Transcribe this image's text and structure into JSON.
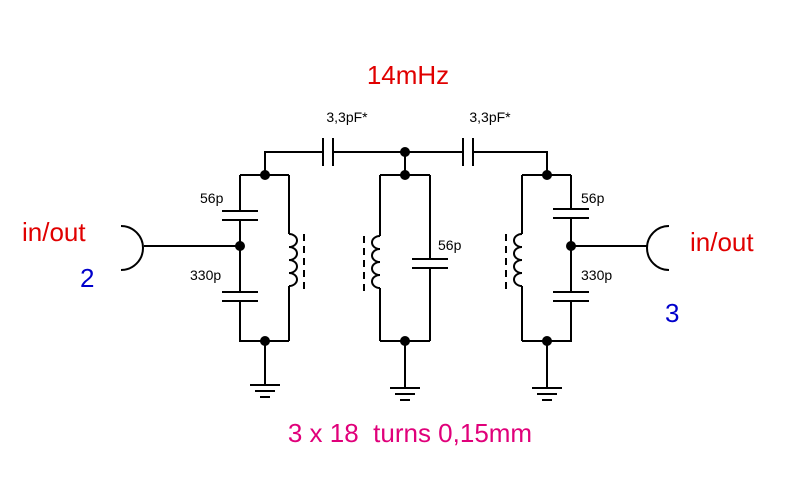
{
  "frequency": "14mHz",
  "coupling_caps": {
    "left": "3,3pF*",
    "right": "3,3pF*"
  },
  "left_tank": {
    "cap_top": "56p",
    "cap_bottom": "330p",
    "port_label": "in/out",
    "port_number": "2"
  },
  "middle_tank": {
    "cap": "56p"
  },
  "right_tank": {
    "cap_top": "56p",
    "cap_bottom": "330p",
    "port_label": "in/out",
    "port_number": "3"
  },
  "note": "3 x 18  turns 0,15mm",
  "colors": {
    "frequency": "#e00000",
    "port_label": "#e00000",
    "port_number": "#0000cc",
    "note": "#e0007a",
    "wire": "#000000"
  }
}
